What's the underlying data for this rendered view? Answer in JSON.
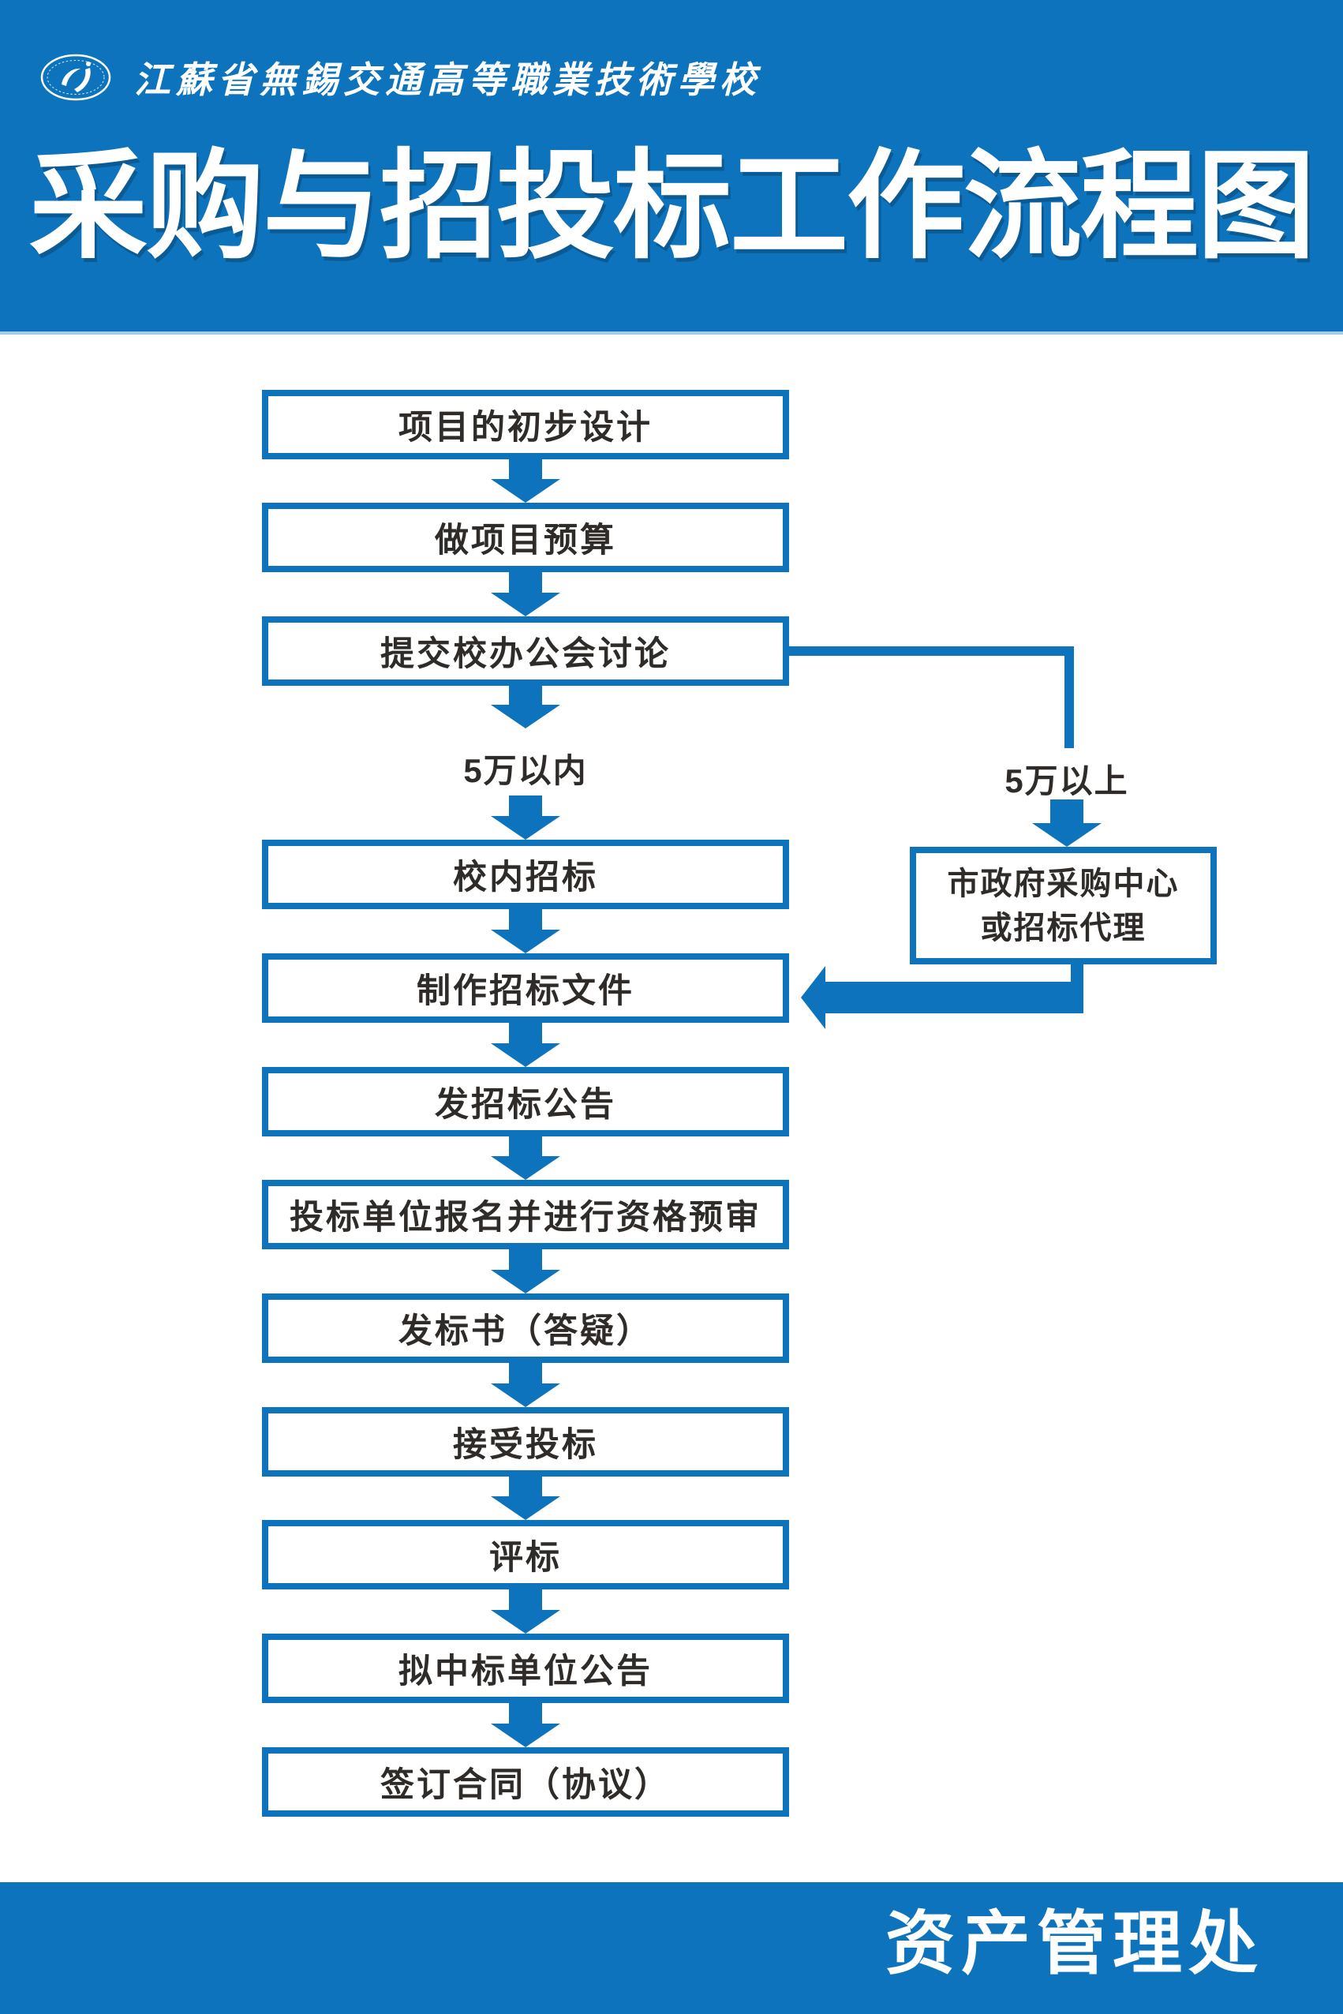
{
  "header": {
    "school_name": "江蘇省無錫交通高等職業技術學校",
    "title": "采购与招投标工作流程图"
  },
  "flow": {
    "steps": [
      "项目的初步设计",
      "做项目预算",
      "提交校办公会讨论",
      "校内招标",
      "制作招标文件",
      "发招标公告",
      "投标单位报名并进行资格预审",
      "发标书（答疑）",
      "接受投标",
      "评标",
      "拟中标单位公告",
      "签订合同（协议）"
    ],
    "branch": {
      "left_label": "5万以内",
      "right_label": "5万以上"
    },
    "side_box": {
      "line1": "市政府采购中心",
      "line2": "或招标代理"
    }
  },
  "footer": {
    "department": "资产管理处"
  },
  "colors": {
    "primary_blue": "#0d73bc",
    "box_text": "#2e2b28",
    "header_edge": "#a8cbe7",
    "white": "#ffffff"
  },
  "icons": {
    "logo": "school-emblem-seal"
  }
}
